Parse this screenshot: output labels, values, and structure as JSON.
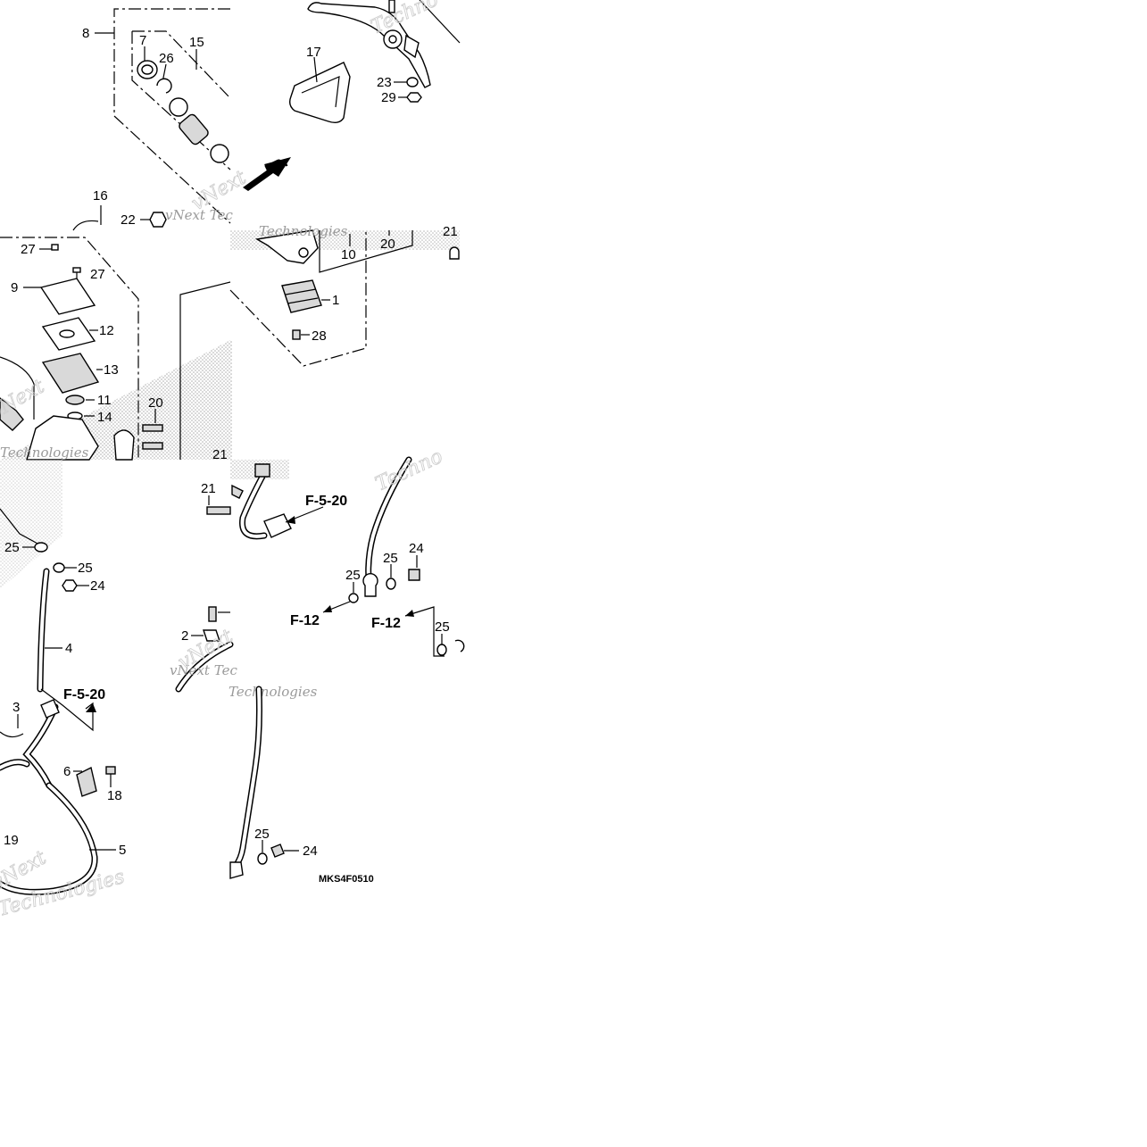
{
  "callouts": {
    "n1": "1",
    "n2": "2",
    "n3": "3",
    "n4": "4",
    "n5": "5",
    "n6": "6",
    "n7": "7",
    "n8": "8",
    "n9": "9",
    "n10": "10",
    "n11": "11",
    "n12": "12",
    "n13": "13",
    "n14": "14",
    "n15": "15",
    "n16": "16",
    "n17": "17",
    "n18": "18",
    "n19": "19",
    "n20": "20",
    "n21": "21",
    "n22": "22",
    "n23": "23",
    "n24": "24",
    "n25": "25",
    "n26": "26",
    "n27": "27",
    "n28": "28",
    "n29": "29"
  },
  "references": {
    "fr_arrow": "FR.",
    "f520": "F-5-20",
    "f12": "F-12"
  },
  "diagram_code": "MKS4F0510",
  "watermarks": {
    "techno": "Techno",
    "technologies": "Technologies",
    "vnext_tec": "vNext Tec",
    "vnext": "vNext"
  }
}
